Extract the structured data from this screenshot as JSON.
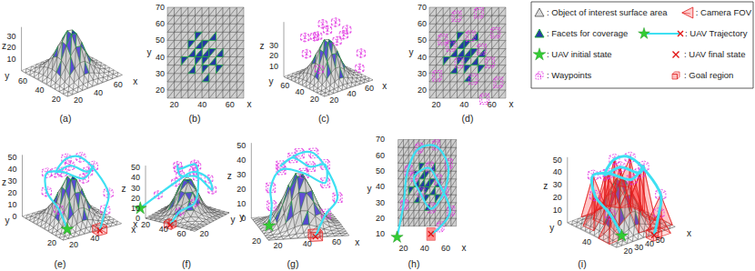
{
  "diagram": {
    "labels": [
      "z",
      "30",
      "20",
      "10",
      "60",
      "40",
      "20",
      "y",
      "20",
      "40",
      "60",
      "x",
      "(a)",
      "70",
      "60",
      "50",
      "40",
      "30",
      "20",
      "y",
      "20",
      "40",
      "60",
      "x",
      "(b)",
      "z",
      "30",
      "20",
      "10",
      "60",
      "40",
      "20",
      "y",
      "20",
      "40",
      "60",
      "x",
      "(c)",
      "70",
      "60",
      "50",
      "40",
      "30",
      "20",
      "y",
      "20",
      "40",
      "60",
      "x",
      "(d)",
      "50",
      "40",
      "30",
      "20",
      "10",
      "0",
      "z",
      "y",
      "20",
      "20",
      "40",
      "x",
      "(e)",
      "50",
      "40",
      "30",
      "20",
      "10",
      "0",
      "z",
      "y",
      "20",
      "20",
      "40",
      "60",
      "x",
      "(f)",
      "50",
      "40",
      "30",
      "20",
      "10",
      "0",
      "z",
      "y",
      "20",
      "20",
      "40",
      "60",
      "x",
      "(g)",
      "70",
      "60",
      "50",
      "40",
      "30",
      "20",
      "10",
      "y",
      "20",
      "40",
      "60",
      "x",
      "(h)",
      "50",
      "40",
      "30",
      "20",
      "10",
      "0",
      "z",
      "y",
      "40",
      "20",
      "30",
      "40",
      "50",
      "x",
      "(i)"
    ],
    "legend": [
      {
        "text": ": Object of interest surface area"
      },
      {
        "text": ": Camera FOV"
      },
      {
        "text": ": Facets for coverage"
      },
      {
        "text": ": UAV Trajectory"
      },
      {
        "text": ": UAV initial state"
      },
      {
        "text": ": UAV final state"
      },
      {
        "text": ": Waypoints"
      },
      {
        "text": ": Goal region"
      }
    ]
  }
}
